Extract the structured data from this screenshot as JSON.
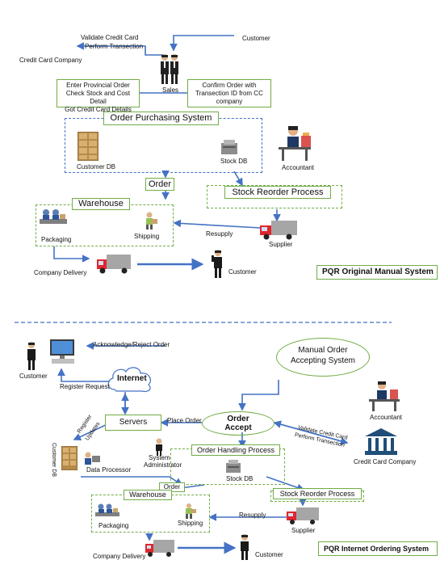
{
  "manual": {
    "customer": "Customer",
    "validate_line1": "Validate Credit Card",
    "validate_line2": "Perform Transection",
    "cc_company": "Credit Card Company",
    "sales": "Sales",
    "enter_line1": "Enter Provincial Order",
    "enter_line2": "Check Stock and Cost Detail",
    "enter_line3": "Got Credit Card Details",
    "confirm_line1": "Confirm Order with",
    "confirm_line2": "Transection  ID from CC",
    "confirm_line3": "company",
    "ops_title": "Order Purchasing System",
    "customer_db": "Customer DB",
    "stock_db": "Stock DB",
    "accountant": "Accountant",
    "order": "Order",
    "stock_reorder": "Stock Reorder Process",
    "warehouse": "Warehouse",
    "packaging": "Packaging",
    "shipping": "Shipping",
    "resupply": "Resupply",
    "supplier": "Supplier",
    "company_delivery": "Company Delivery",
    "customer2": "Customer",
    "system_label": "PQR Original Manual System"
  },
  "internet": {
    "customer": "Customer",
    "ack": "Acknowledge/Reject Order",
    "internet": "Internet",
    "register_request": "Register Request",
    "manual_line1": "Manual Order",
    "manual_line2": "Accepting System",
    "accountant": "Accountant",
    "servers": "Servers",
    "place_order": "Place Order",
    "order_accept1": "Order",
    "order_accept2": "Accept",
    "validate_line1": "Validate Credit Card",
    "validate_line2": "Perform Transection",
    "cc_company": "Credit Card Company",
    "register": "Register",
    "updates": "Updates",
    "customer_db": "Customer DB",
    "data_processor": "Data Processor",
    "sysadmin1": "System",
    "sysadmin2": "Administrator",
    "ohp": "Order Handling Process",
    "stock_db": "Stock DB",
    "order": "Order",
    "warehouse": "Warehouse",
    "stock_reorder": "Stock Reorder Process",
    "packaging": "Packaging",
    "shipping": "Shipping",
    "resupply": "Resupply",
    "supplier": "Supplier",
    "company_delivery": "Company Delivery",
    "customer2": "Customer",
    "system_label": "PQR Internet Ordering System"
  }
}
